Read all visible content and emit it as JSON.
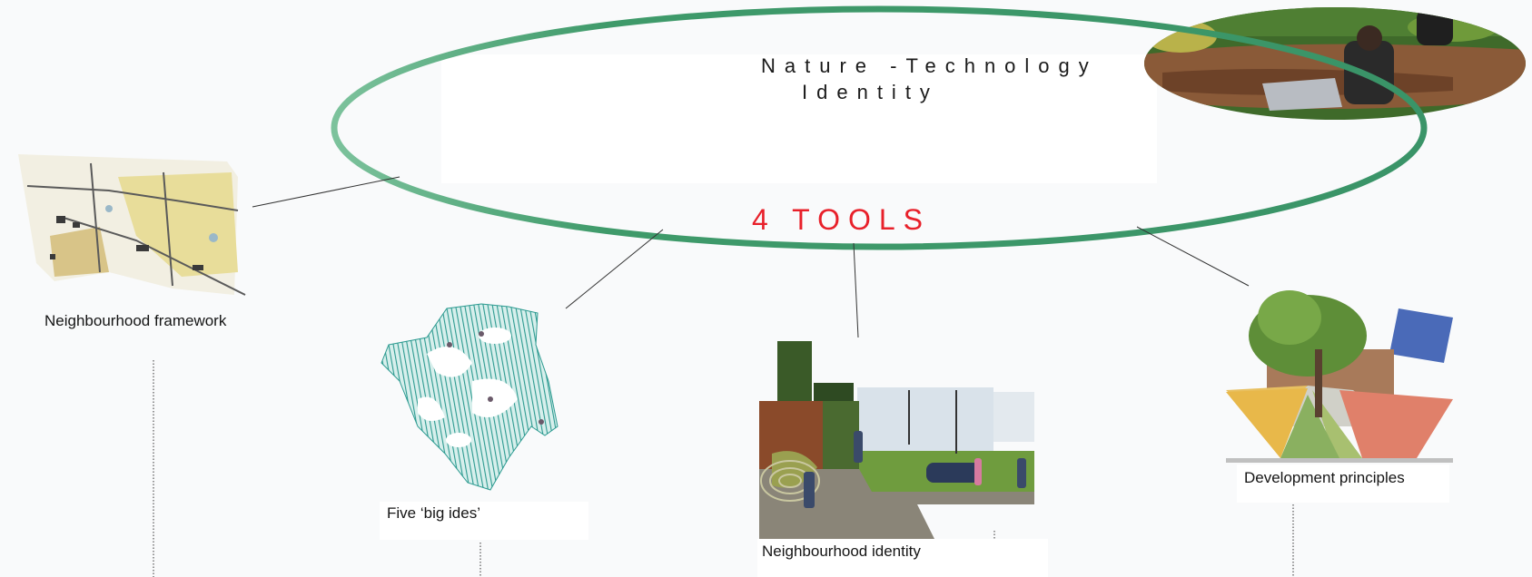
{
  "header": {
    "title_line1": "Nature -Technology",
    "title_line2": "Identity",
    "tools_label": "4    TOOLS"
  },
  "tools": [
    {
      "label": "Neighbourhood framework"
    },
    {
      "label": "Five ‘big ides’"
    },
    {
      "label": "Neighbourhood identity"
    },
    {
      "label": "Development principles"
    }
  ],
  "colors": {
    "ellipse": "#3f9a6a",
    "tools_text": "#e8202a",
    "water_hatch": "#3aa39a"
  }
}
